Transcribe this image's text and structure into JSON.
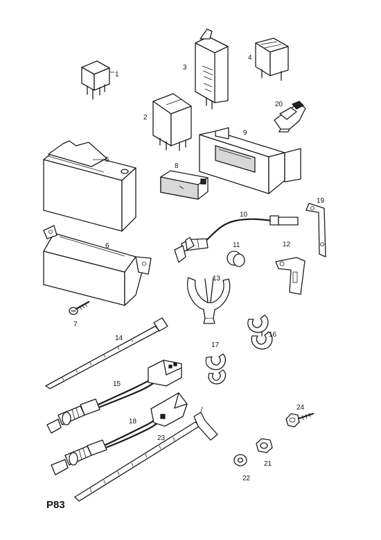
{
  "page_code": "P83",
  "parts": [
    {
      "id": "relay-1",
      "callout": "1"
    },
    {
      "id": "relay-2",
      "callout": "2"
    },
    {
      "id": "relay-3",
      "callout": "3"
    },
    {
      "id": "relay-4",
      "callout": "4"
    },
    {
      "id": "control-unit-5",
      "callout": "5"
    },
    {
      "id": "bracket-6",
      "callout": "6"
    },
    {
      "id": "screw-7",
      "callout": "7"
    },
    {
      "id": "switch-8",
      "callout": "8"
    },
    {
      "id": "holder-9",
      "callout": "9"
    },
    {
      "id": "sensor-10",
      "callout": "10"
    },
    {
      "id": "grommet-11",
      "callout": "11"
    },
    {
      "id": "bracket-12",
      "callout": "12"
    },
    {
      "id": "clip-13",
      "callout": "13"
    },
    {
      "id": "cable-tie-14",
      "callout": "14"
    },
    {
      "id": "oxygen-sensor-15",
      "callout": "15"
    },
    {
      "id": "clip-16",
      "callout": "16"
    },
    {
      "id": "clip-17",
      "callout": "17"
    },
    {
      "id": "oxygen-sensor-18",
      "callout": "18"
    },
    {
      "id": "bracket-19",
      "callout": "19"
    },
    {
      "id": "clip-20",
      "callout": "20"
    },
    {
      "id": "nut-21",
      "callout": "21"
    },
    {
      "id": "washer-22",
      "callout": "22"
    },
    {
      "id": "cable-tie-23",
      "callout": "23"
    },
    {
      "id": "bolt-24",
      "callout": "24"
    }
  ]
}
